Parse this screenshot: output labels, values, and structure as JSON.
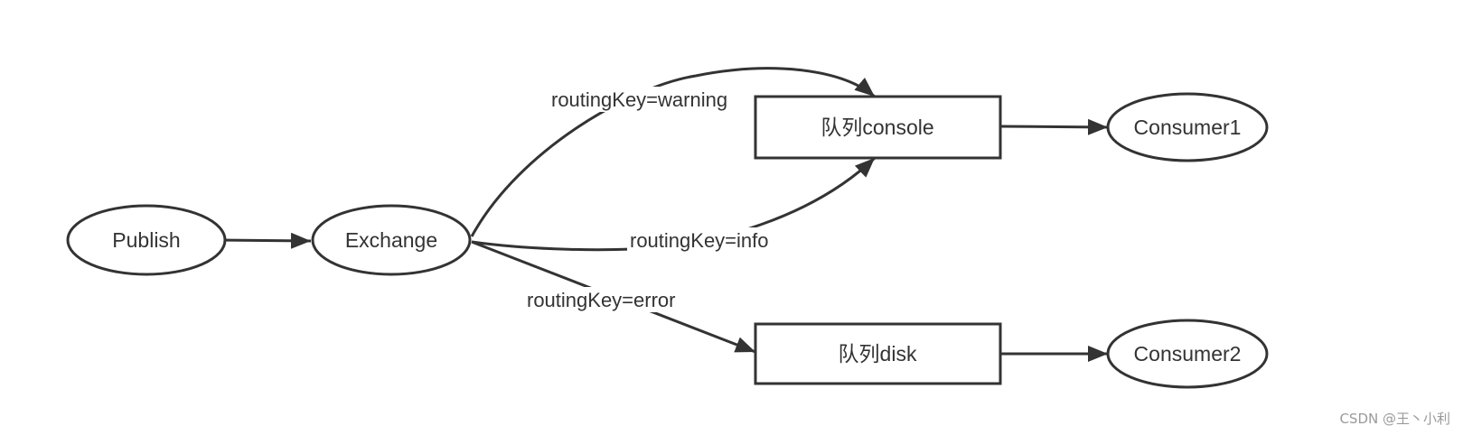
{
  "nodes": {
    "publish": "Publish",
    "exchange": "Exchange",
    "queue_console": "队列console",
    "queue_disk": "队列disk",
    "consumer1": "Consumer1",
    "consumer2": "Consumer2"
  },
  "edges": {
    "warning": "routingKey=warning",
    "info": "routingKey=info",
    "error": "routingKey=error"
  },
  "watermark": "CSDN @王丶小利"
}
